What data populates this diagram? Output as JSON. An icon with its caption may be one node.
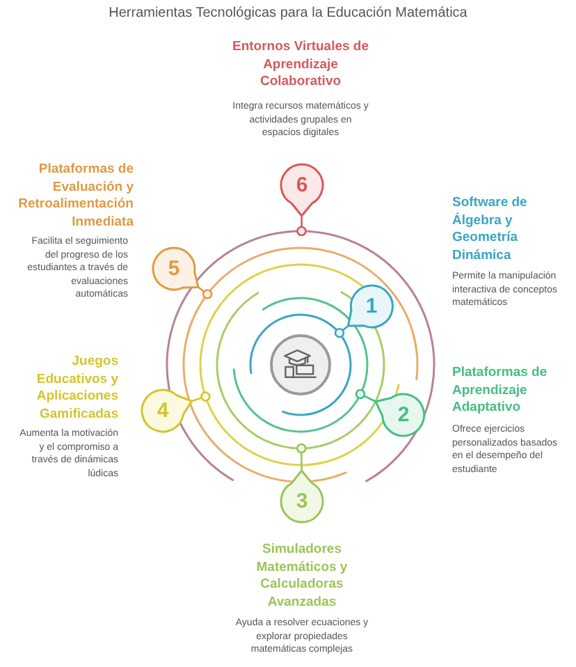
{
  "diagram": {
    "title": "Herramientas Tecnológicas para la Educación Matemática",
    "nodes": [
      {
        "text": [
          "1"
        ],
        "beside": [
          "Software de Álgebra y Geometría Dinámica",
          "Permite la manipulación interactiva de conceptos matemáticos"
        ]
      },
      {
        "text": [
          "2"
        ],
        "beside": [
          "Plataformas de Aprendizaje Adaptativo",
          "Ofrece ejercicios personalizados basados en el desempeño del estudiante"
        ]
      },
      {
        "text": [
          "3"
        ],
        "beside": [
          "Simuladores Matemáticos y Calculadoras Avanzadas",
          "Ayuda a resolver ecuaciones y explorar propiedades matemáticas complejas"
        ]
      },
      {
        "text": [
          "4"
        ],
        "beside": [
          "Juegos Educativos y Aplicaciones Gamificadas",
          "Aumenta la motivación y el compromiso a través de dinámicas lúdicas"
        ]
      },
      {
        "text": [
          "5"
        ],
        "beside": [
          "Plataformas de Evaluación y Retroalimentación Inmediata",
          "Facilita el seguimiento del progreso de los estudiantes a través de evaluaciones automáticas"
        ]
      },
      {
        "text": [
          "6"
        ],
        "beside": [
          "Entornos Virtuales de Aprendizaje Colaborativo",
          "Integra recursos matemáticos y actividades grupales en espacios digitales"
        ]
      },
      {
        "text": [],
        "shape": "circle"
      }
    ]
  }
}
